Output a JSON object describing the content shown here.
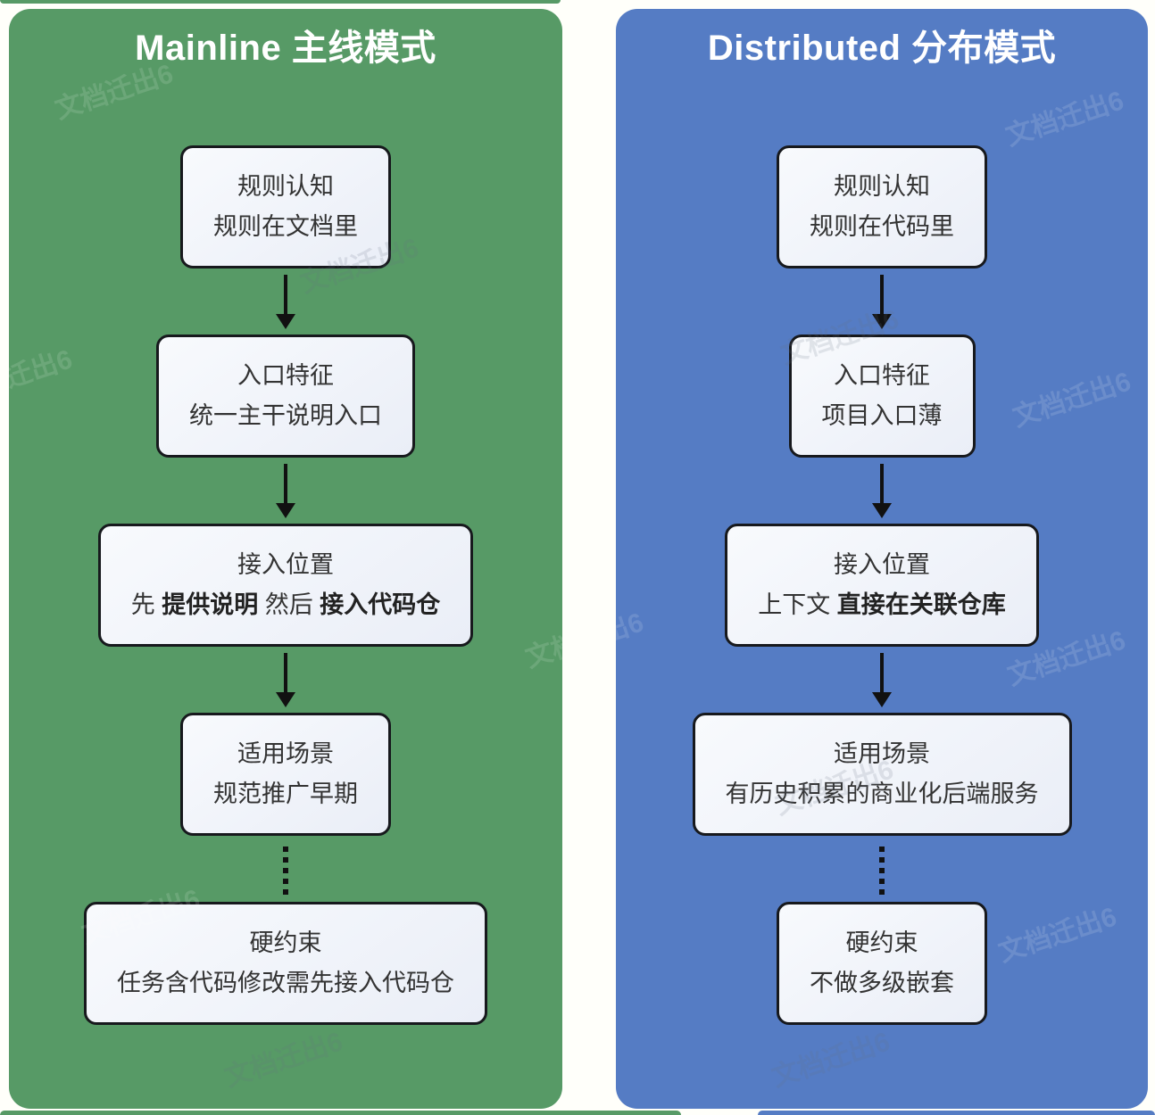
{
  "watermark": {
    "text": "文档迁出6"
  },
  "colors": {
    "mainline_accent": "#579a66",
    "distributed_accent": "#557cc4",
    "box_fill": "#eef2f8",
    "box_border": "#17191d",
    "text": "#333333",
    "title_text": "#ffffff"
  },
  "panels": [
    {
      "title": "Mainline 主线模式",
      "boxes": [
        {
          "title": "规则认知",
          "segments": [
            {
              "text": "规则在文档里",
              "bold": false
            }
          ]
        },
        {
          "title": "入口特征",
          "segments": [
            {
              "text": "统一主干说明入口",
              "bold": false
            }
          ]
        },
        {
          "title": "接入位置",
          "segments": [
            {
              "text": "先 ",
              "bold": false
            },
            {
              "text": "提供说明",
              "bold": true
            },
            {
              "text": " 然后 ",
              "bold": false
            },
            {
              "text": "接入代码仓",
              "bold": true
            }
          ]
        },
        {
          "title": "适用场景",
          "segments": [
            {
              "text": "规范推广早期",
              "bold": false
            }
          ]
        },
        {
          "title": "硬约束",
          "segments": [
            {
              "text": "任务含代码修改需先接入代码仓",
              "bold": false
            }
          ]
        }
      ]
    },
    {
      "title": "Distributed 分布模式",
      "boxes": [
        {
          "title": "规则认知",
          "segments": [
            {
              "text": "规则在代码里",
              "bold": false
            }
          ]
        },
        {
          "title": "入口特征",
          "segments": [
            {
              "text": "项目入口薄",
              "bold": false
            }
          ]
        },
        {
          "title": "接入位置",
          "segments": [
            {
              "text": "上下文 ",
              "bold": false
            },
            {
              "text": "直接在关联仓库",
              "bold": true
            }
          ]
        },
        {
          "title": "适用场景",
          "segments": [
            {
              "text": "有历史积累的商业化后端服务",
              "bold": false
            }
          ]
        },
        {
          "title": "硬约束",
          "segments": [
            {
              "text": "不做多级嵌套",
              "bold": false
            }
          ]
        }
      ]
    }
  ]
}
